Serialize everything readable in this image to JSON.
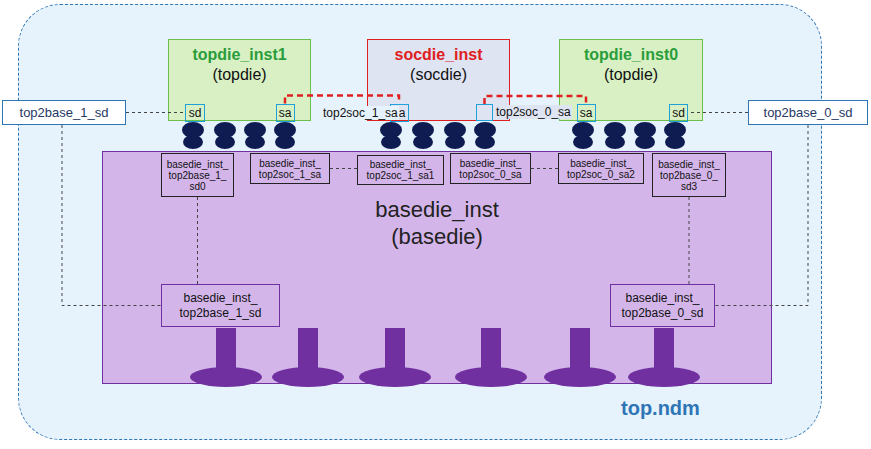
{
  "diagram": {
    "nodes": [
      {
        "text": [
          "top.ndm"
        ]
      },
      {
        "text": [
          "topdie_inst1",
          "(topdie)"
        ],
        "in": 0
      },
      {
        "text": [
          "sd"
        ],
        "in": 1
      },
      {
        "text": [
          "sa"
        ],
        "in": 1
      },
      {
        "text": [
          "socdie_inst",
          "(socdie)"
        ],
        "in": 0
      },
      {
        "text": [
          "sa"
        ],
        "in": 4
      },
      {
        "text": [
          "top2soc_0_sa"
        ],
        "in": 4
      },
      {
        "text": [
          "topdie_inst0",
          "(topdie)"
        ],
        "in": 0
      },
      {
        "text": [
          "sa"
        ],
        "in": 7
      },
      {
        "text": [
          "sd"
        ],
        "in": 7
      },
      {
        "text": [
          "top2base_1_sd"
        ]
      },
      {
        "text": [
          "top2base_0_sd"
        ]
      },
      {
        "text": [
          "basedie_inst",
          "(basedie)"
        ],
        "in": 0
      },
      {
        "text": [
          "basedie_inst_ top2base_1_ sd0"
        ],
        "in": 12
      },
      {
        "text": [
          "basedie_inst_ top2soc_1_sa"
        ],
        "in": 12
      },
      {
        "text": [
          "basedie_inst_ top2soc_1_sa1"
        ],
        "in": 12
      },
      {
        "text": [
          "basedie_inst_ top2soc_0_sa"
        ],
        "in": 12
      },
      {
        "text": [
          "basedie_inst_ top2soc_0_sa2"
        ],
        "in": 12
      },
      {
        "text": [
          "basedie_inst_ top2base_0_ sd3"
        ],
        "in": 12
      },
      {
        "text": [
          "basedie_inst_ top2base_1_sd"
        ],
        "in": 12
      },
      {
        "text": [
          "basedie_inst_ top2base_0_sd"
        ],
        "in": 12
      }
    ],
    "edges": [
      {
        "from": 10,
        "to": 2,
        "arrow": "none"
      },
      {
        "from": 10,
        "to": 19,
        "arrow": "none"
      },
      {
        "from": 3,
        "to": 5,
        "arrow": "none"
      },
      {
        "from": 6,
        "to": 8,
        "arrow": "none"
      },
      {
        "from": 11,
        "to": 9,
        "arrow": "none"
      },
      {
        "from": 11,
        "to": 20,
        "arrow": "none"
      },
      {
        "from": 13,
        "to": 19,
        "arrow": "none"
      },
      {
        "from": 14,
        "to": 15,
        "arrow": "none"
      },
      {
        "from": 16,
        "to": 17,
        "arrow": "none"
      },
      {
        "from": 18,
        "to": 20,
        "arrow": "none"
      }
    ],
    "labels": [
      "top2soc_1_sa"
    ]
  }
}
